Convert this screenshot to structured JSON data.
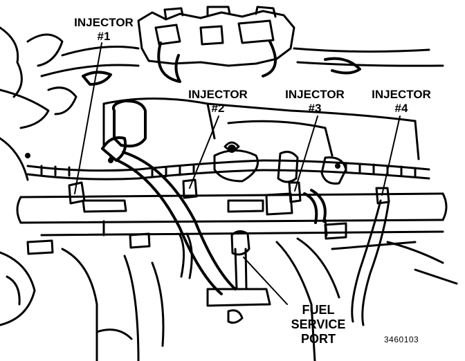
{
  "labels": {
    "injector_1": {
      "title": "INJECTOR",
      "number": "#1"
    },
    "injector_2": {
      "title": "INJECTOR",
      "number": "#2"
    },
    "injector_3": {
      "title": "INJECTOR",
      "number": "#3"
    },
    "injector_4": {
      "title": "INJECTOR",
      "number": "#4"
    },
    "fuel_service_port": {
      "line1": "FUEL",
      "line2": "SERVICE",
      "line3": "PORT"
    }
  },
  "figure_number": "3460103"
}
